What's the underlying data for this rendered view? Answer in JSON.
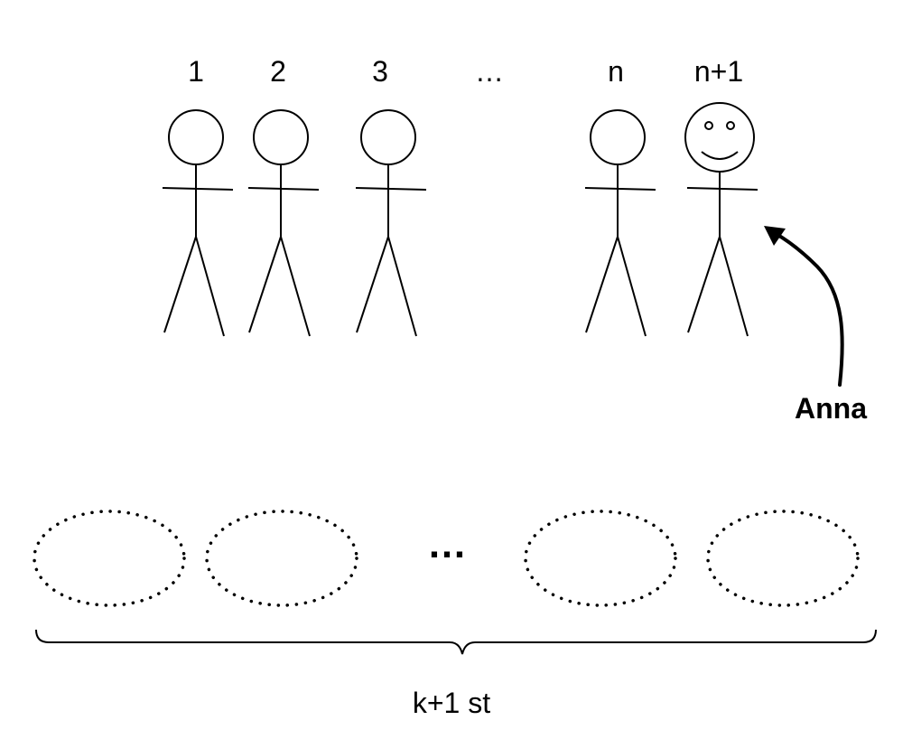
{
  "figures": [
    {
      "label": "1",
      "smiley": false
    },
    {
      "label": "2",
      "smiley": false
    },
    {
      "label": "3",
      "smiley": false
    },
    {
      "label": "n",
      "smiley": false
    },
    {
      "label": "n+1",
      "smiley": true
    }
  ],
  "figure_ellipsis": "…",
  "pointer_label": "Anna",
  "groups_ellipsis": "…",
  "brace_label": "k+1 st"
}
